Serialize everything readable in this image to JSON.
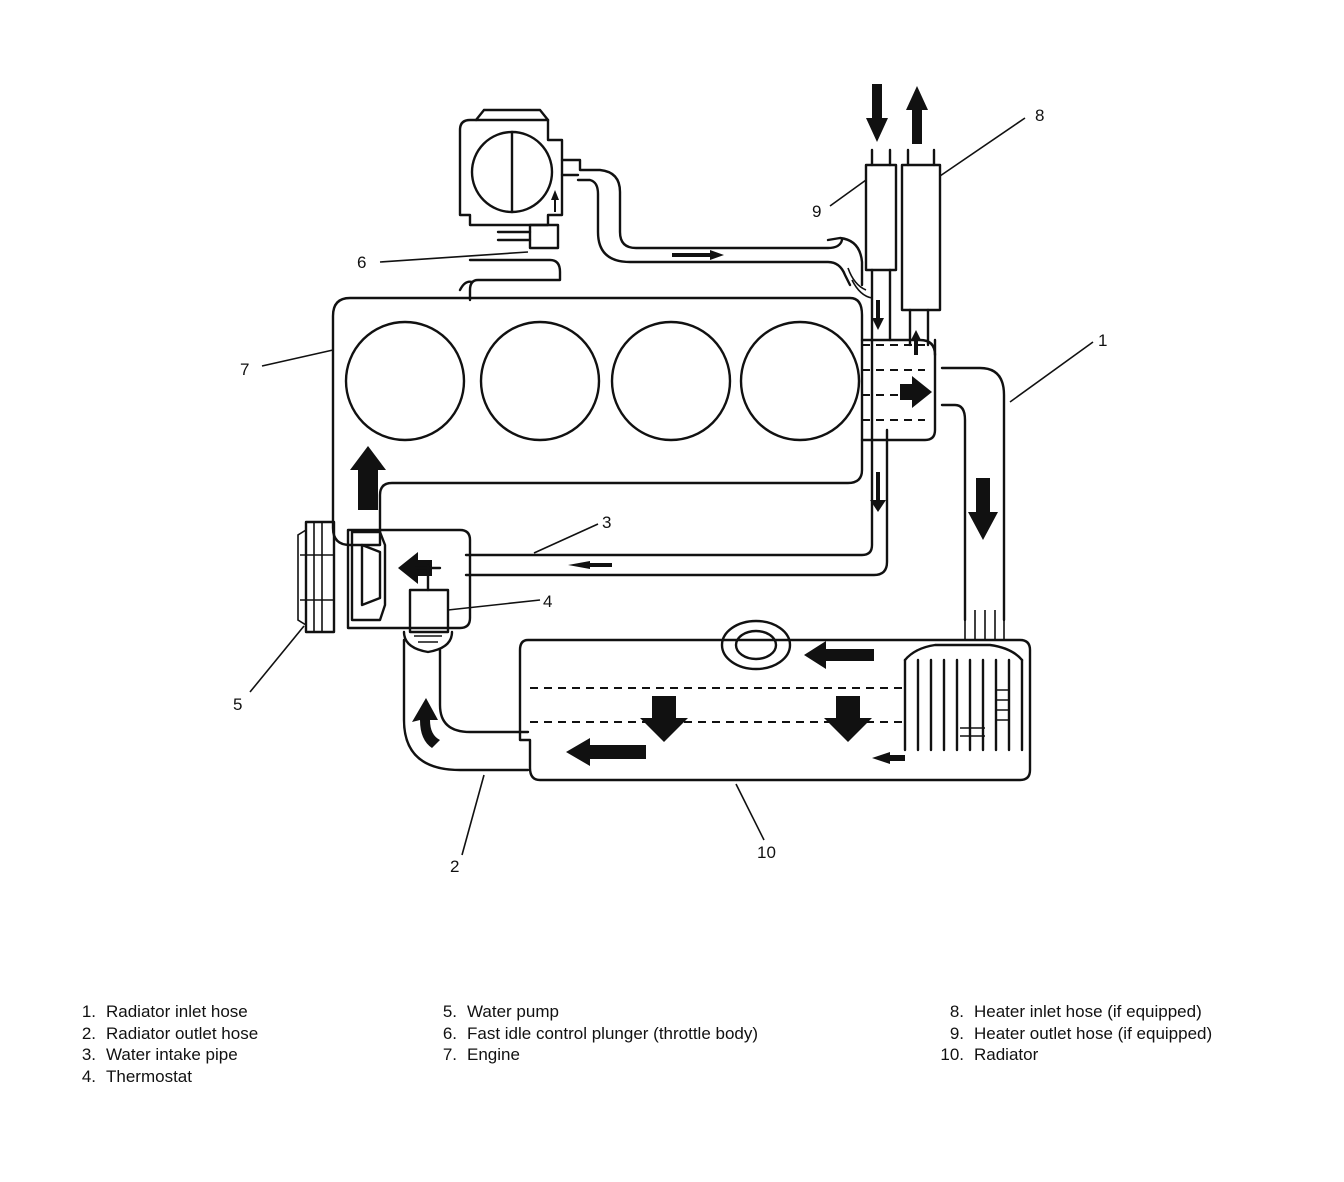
{
  "callouts": {
    "c1": "1",
    "c2": "2",
    "c3": "3",
    "c4": "4",
    "c5": "5",
    "c6": "6",
    "c7": "7",
    "c8": "8",
    "c9": "9",
    "c10": "10"
  },
  "legend": {
    "col1": [
      {
        "num": "1.",
        "text": "Radiator inlet hose"
      },
      {
        "num": "2.",
        "text": "Radiator outlet hose"
      },
      {
        "num": "3.",
        "text": "Water intake pipe"
      },
      {
        "num": "4.",
        "text": "Thermostat"
      }
    ],
    "col2": [
      {
        "num": "5.",
        "text": "Water pump"
      },
      {
        "num": "6.",
        "text": "Fast idle control plunger (throttle body)"
      },
      {
        "num": "7.",
        "text": "Engine"
      }
    ],
    "col3": [
      {
        "num": "8.",
        "text": "Heater inlet hose (if equipped)"
      },
      {
        "num": "9.",
        "text": "Heater outlet hose (if equipped)"
      },
      {
        "num": "10.",
        "text": "Radiator"
      }
    ]
  }
}
